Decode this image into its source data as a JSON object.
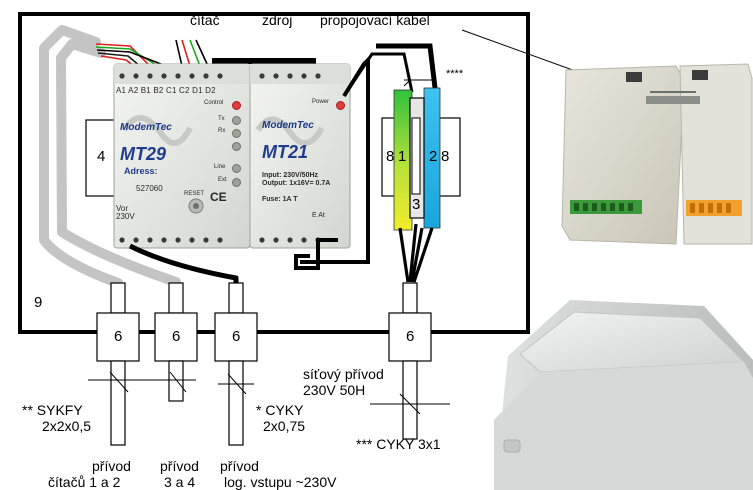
{
  "top_labels": {
    "counter": "čítač",
    "source": "zdroj",
    "cable": "propojovací kabel"
  },
  "stars_marker": "****",
  "numbers": {
    "n4": "4",
    "n8_left": "8",
    "n1": "1",
    "n2": "2",
    "n8_right": "8",
    "n3": "3",
    "n9": "9",
    "n6": "6"
  },
  "module_mt29": {
    "terminals": "A1 A2 B1 B2 C1 C2 D1 D2",
    "brand": "ModemTec",
    "title": "MT29",
    "adress": "Adress:",
    "serial": "527060",
    "voltage1": "Vor",
    "voltage2": "230V",
    "led_labels": [
      "Control",
      "Tx",
      "Rx",
      "",
      "Line",
      "Ext"
    ],
    "reset": "RESET",
    "ce": "CE"
  },
  "module_mt21": {
    "brand": "ModemTec",
    "title": "MT21",
    "power": "Power",
    "input": "Input: 230V/50Hz",
    "output": "Output: 1x16V= 0.7A",
    "fuse": "Fuse: 1A  T",
    "suffix": "E  At"
  },
  "cables": {
    "sykfy_title": "** SYKFY",
    "sykfy_spec": "2x2x0,5",
    "cyky_title": "* CYKY",
    "cyky_spec": "2x0,75",
    "power_line1": "síťový přívod",
    "power_line2": "230V 50H",
    "cyky3": "*** CYKY 3x1"
  },
  "bottom_labels": {
    "p1_top": "přívod",
    "p1_bottom": "čítačů  1 a 2",
    "p2_top": "přívod",
    "p2_bottom": "3 a 4",
    "p3_top": "přívod",
    "p3_bottom": "log. vstupu ~230V"
  }
}
